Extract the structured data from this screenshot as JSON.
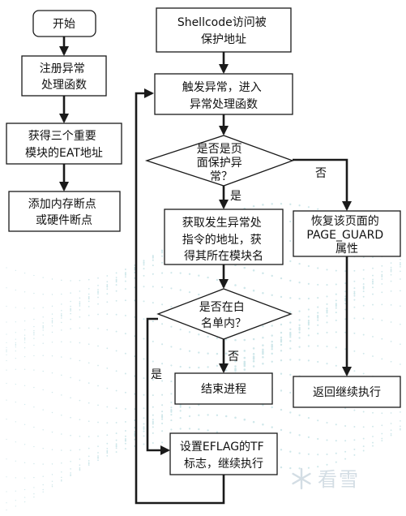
{
  "diagram": {
    "left_column": {
      "start": "开始",
      "register": [
        "注册异常",
        "处理函数"
      ],
      "get_eat": [
        "获得三个重要",
        "模块的EAT地址"
      ],
      "add_breakpoint": [
        "添加内存断点",
        "或硬件断点"
      ]
    },
    "main_flow": {
      "shellcode": [
        "Shellcode访问被",
        "保护地址"
      ],
      "trigger": [
        "触发异常，进入",
        "异常处理函数"
      ],
      "is_guard_page": [
        "是否是页",
        "面保护异",
        "常？"
      ],
      "get_address": [
        "获取发生异常处",
        "指令的地址，获",
        "得其所在模块名"
      ],
      "in_whitelist": [
        "是否在白",
        "名单内？"
      ],
      "end_process": "结束进程",
      "set_tf": [
        "设置EFLAG的TF",
        "标志，继续执行"
      ]
    },
    "right_branch": {
      "restore_guard": [
        "恢复该页面的",
        "PAGE_GUARD",
        "属性"
      ],
      "return_continue": "返回继续执行"
    },
    "edge_labels": {
      "guard_no": "否",
      "guard_yes": "是",
      "whitelist_no": "否",
      "whitelist_yes": "是"
    }
  },
  "watermark": {
    "text": "看雪",
    "icon": "snowflake-icon"
  }
}
